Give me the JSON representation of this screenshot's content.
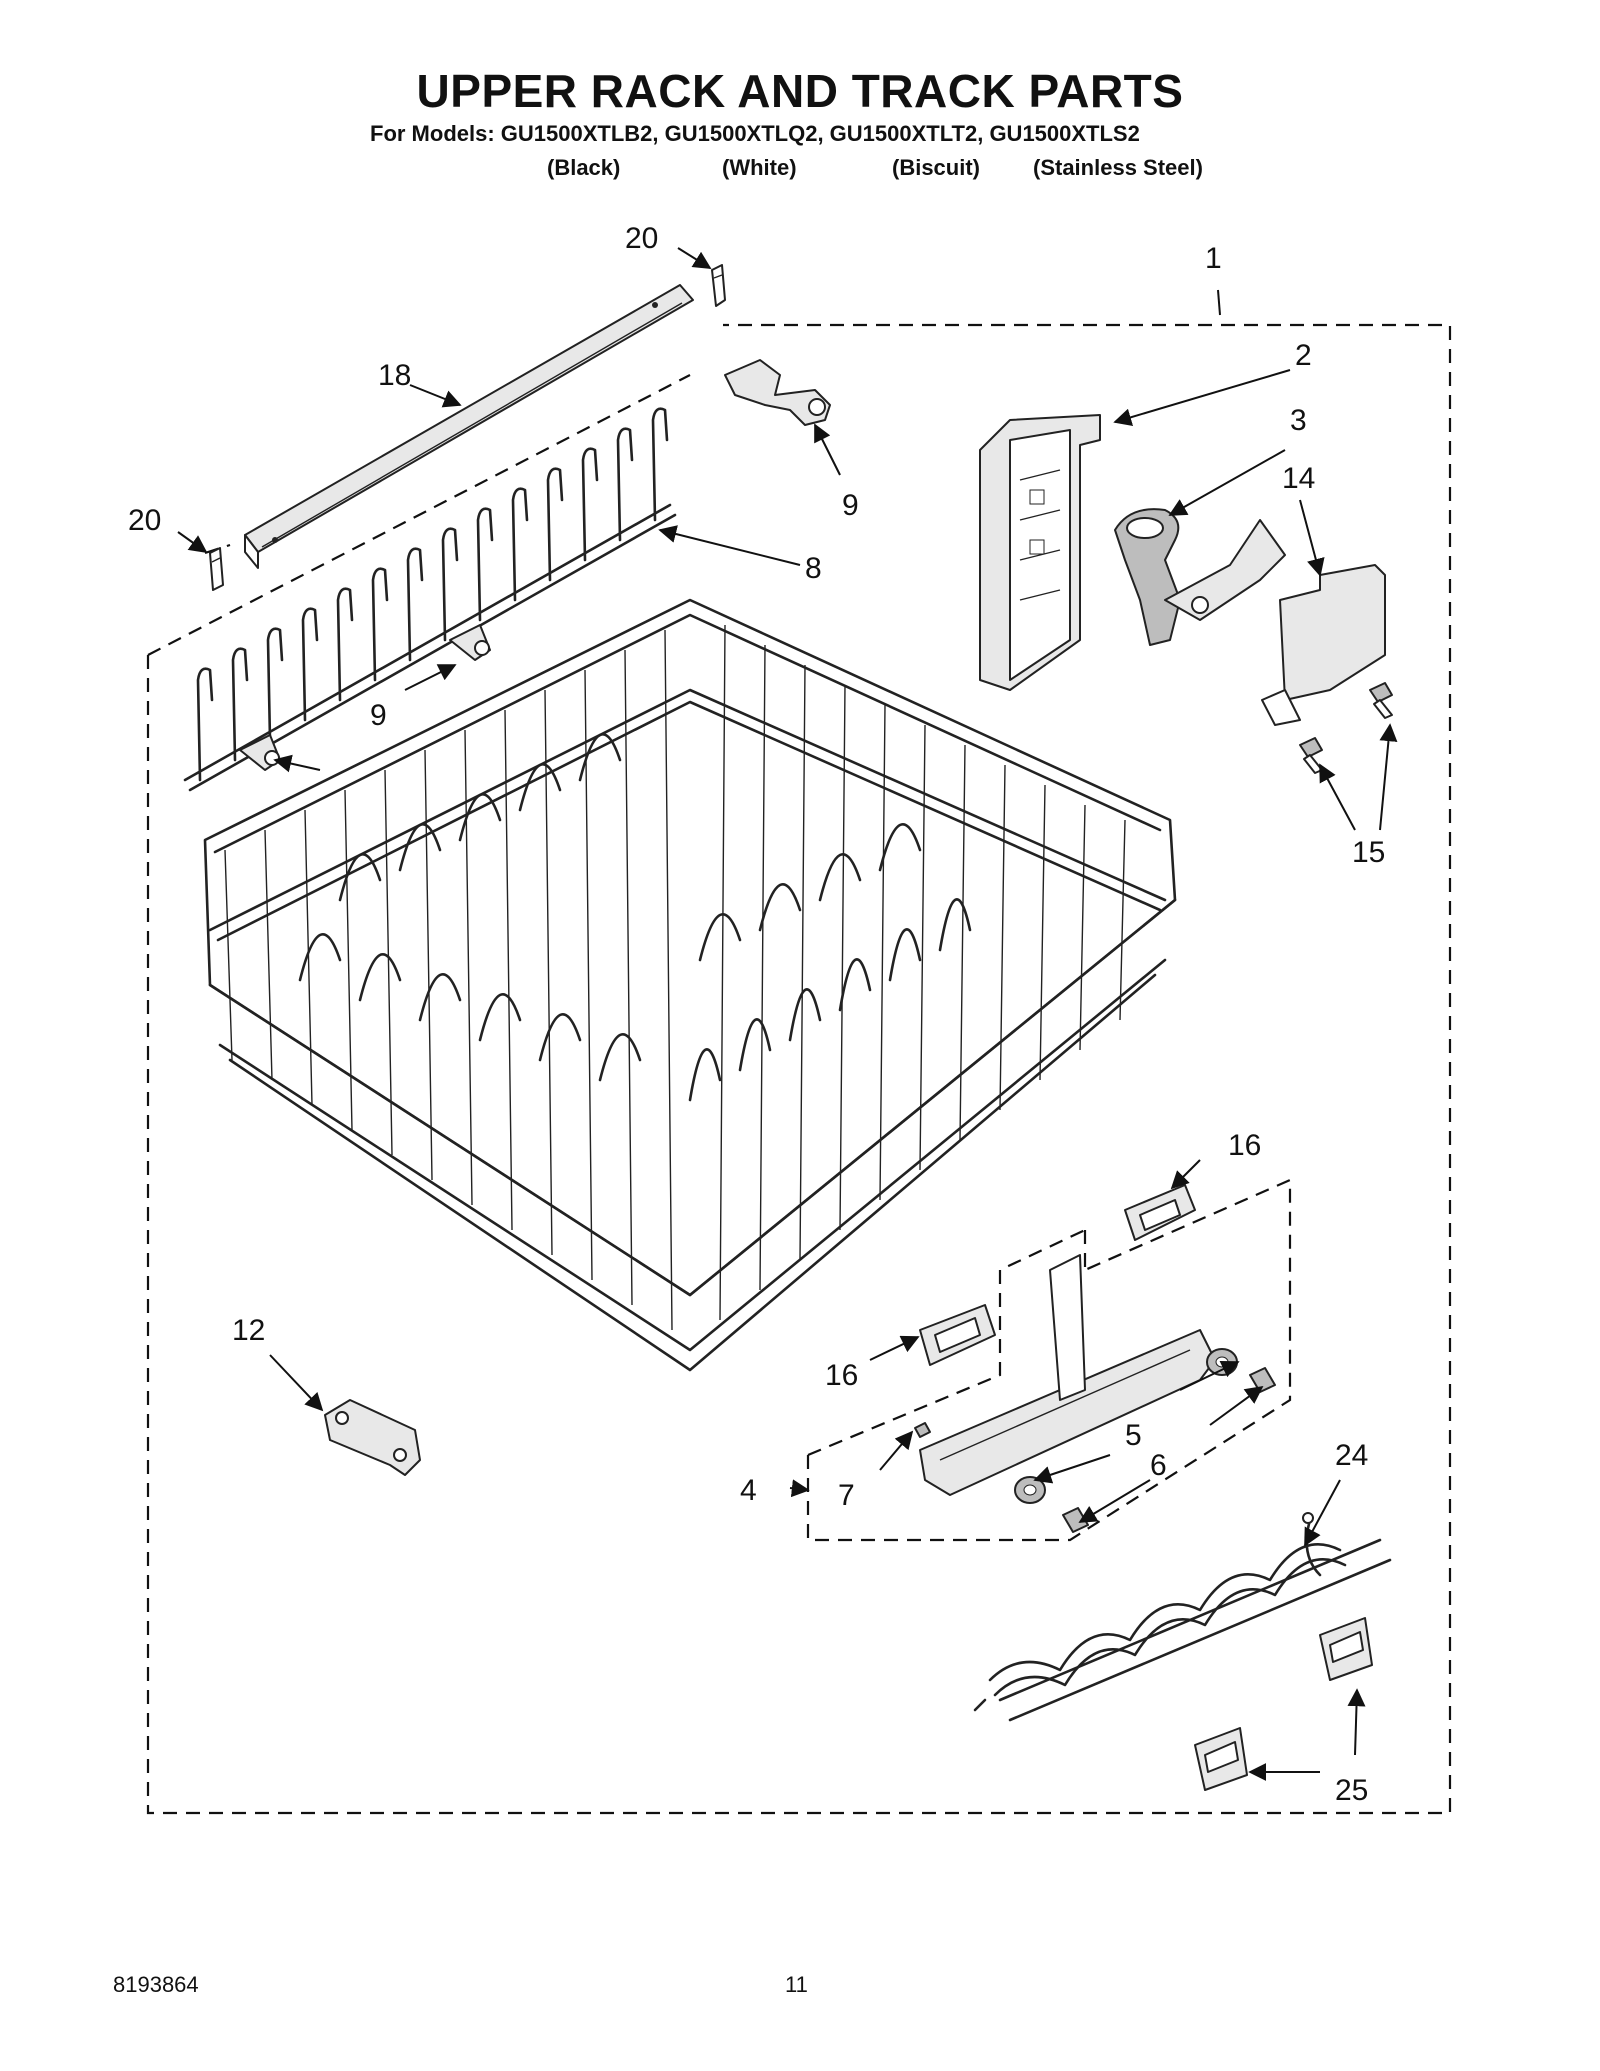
{
  "title": "UPPER RACK AND TRACK PARTS",
  "models_line": "For Models: GU1500XTLB2, GU1500XTLQ2, GU1500XTLT2, GU1500XTLS2",
  "model_colors": [
    "(Black)",
    "(White)",
    "(Biscuit)",
    "(Stainless Steel)"
  ],
  "callouts": {
    "c1": "1",
    "c2": "2",
    "c3": "3",
    "c14": "14",
    "c15": "15",
    "c18": "18",
    "c20a": "20",
    "c20b": "20",
    "c8": "8",
    "c9a": "9",
    "c9b": "9",
    "c12": "12",
    "c16a": "16",
    "c16b": "16",
    "c4": "4",
    "c5": "5",
    "c6": "6",
    "c7": "7",
    "c24": "24",
    "c25": "25"
  },
  "footer": {
    "doc_number": "8193864",
    "page_number": "11"
  }
}
